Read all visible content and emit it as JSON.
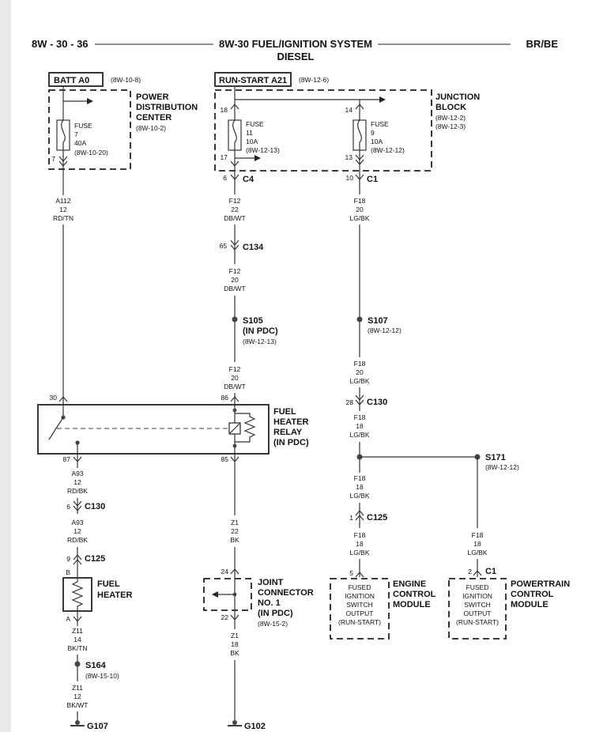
{
  "header": {
    "left": "8W - 30 - 36",
    "title": "8W-30 FUEL/IGNITION SYSTEM",
    "subtitle": "DIESEL",
    "right": "BR/BE"
  },
  "batt": {
    "label": "BATT A0",
    "ref": "(8W-10-8)"
  },
  "runstart": {
    "label": "RUN-START A21",
    "ref": "(8W-12-6)"
  },
  "pdc": {
    "l1": "POWER",
    "l2": "DISTRIBUTION",
    "l3": "CENTER",
    "ref": "(8W-10-2)",
    "fuse_l1": "FUSE",
    "fuse_l2": "7",
    "fuse_l3": "40A",
    "fuse_ref": "(8W-10-20)",
    "pin": "7"
  },
  "jb": {
    "l1": "JUNCTION",
    "l2": "BLOCK",
    "ref1": "(8W-12-2)",
    "ref2": "(8W-12-3)",
    "f11_l1": "FUSE",
    "f11_l2": "11",
    "f11_l3": "10A",
    "f11_ref": "(8W-12-13)",
    "f9_l1": "FUSE",
    "f9_l2": "9",
    "f9_l3": "10A",
    "f9_ref": "(8W-12-12)",
    "pin18": "18",
    "pin17": "17",
    "pin14": "14",
    "pin13": "13"
  },
  "conn": {
    "c4": {
      "pin": "6",
      "name": "C4"
    },
    "c1a": {
      "pin": "10",
      "name": "C1"
    },
    "c134": {
      "pin": "65",
      "name": "C134"
    },
    "c130a": {
      "pin": "28",
      "name": "C130"
    },
    "c130b": {
      "pin": "6",
      "name": "C130"
    },
    "c125a": {
      "pin": "1",
      "name": "C125"
    },
    "c125b": {
      "pin": "9",
      "name": "C125"
    },
    "c1b": {
      "pin": "2",
      "name": "C1"
    }
  },
  "wires": {
    "a112": {
      "c": "A112",
      "g": "12",
      "col": "RD/TN"
    },
    "f12a": {
      "c": "F12",
      "g": "22",
      "col": "DB/WT"
    },
    "f12b": {
      "c": "F12",
      "g": "20",
      "col": "DB/WT"
    },
    "f12c": {
      "c": "F12",
      "g": "20",
      "col": "DB/WT"
    },
    "f18a": {
      "c": "F18",
      "g": "20",
      "col": "LG/BK"
    },
    "f18b": {
      "c": "F18",
      "g": "20",
      "col": "LG/BK"
    },
    "f18c": {
      "c": "F18",
      "g": "18",
      "col": "LG/BK"
    },
    "f18d": {
      "c": "F18",
      "g": "18",
      "col": "LG/BK"
    },
    "f18e": {
      "c": "F18",
      "g": "18",
      "col": "LG/BK"
    },
    "f18f": {
      "c": "F18",
      "g": "18",
      "col": "LG/BK"
    },
    "a93a": {
      "c": "A93",
      "g": "12",
      "col": "RD/BK"
    },
    "a93b": {
      "c": "A93",
      "g": "12",
      "col": "RD/BK"
    },
    "z1a": {
      "c": "Z1",
      "g": "22",
      "col": "BK"
    },
    "z1b": {
      "c": "Z1",
      "g": "18",
      "col": "BK"
    },
    "z11a": {
      "c": "Z11",
      "g": "14",
      "col": "BK/TN"
    },
    "z11b": {
      "c": "Z11",
      "g": "12",
      "col": "BK/WT"
    }
  },
  "splices": {
    "s105": {
      "name": "S105",
      "note": "(IN PDC)",
      "ref": "(8W-12-13)"
    },
    "s107": {
      "name": "S107",
      "ref": "(8W-12-12)"
    },
    "s171": {
      "name": "S171",
      "ref": "(8W-12-12)"
    },
    "s164": {
      "name": "S164",
      "ref": "(8W-15-10)"
    }
  },
  "relay": {
    "l1": "FUEL",
    "l2": "HEATER",
    "l3": "RELAY",
    "l4": "(IN PDC)",
    "p30": "30",
    "p86": "86",
    "p87": "87",
    "p85": "85"
  },
  "heater": {
    "l1": "FUEL",
    "l2": "HEATER",
    "pinB": "B",
    "pinA": "A"
  },
  "joint": {
    "l1": "JOINT",
    "l2": "CONNECTOR",
    "l3": "NO. 1",
    "l4": "(IN PDC)",
    "ref": "(8W-15-2)",
    "pin24": "24",
    "pin22": "22"
  },
  "ecm": {
    "pin": "5",
    "l1": "ENGINE",
    "l2": "CONTROL",
    "l3": "MODULE",
    "i1": "FUSED",
    "i2": "IGNITION",
    "i3": "SWITCH",
    "i4": "OUTPUT",
    "i5": "(RUN-START)"
  },
  "pcm": {
    "l1": "POWERTRAIN",
    "l2": "CONTROL",
    "l3": "MODULE",
    "i1": "FUSED",
    "i2": "IGNITION",
    "i3": "SWITCH",
    "i4": "OUTPUT",
    "i5": "(RUN-START)"
  },
  "grounds": {
    "g107": "G107",
    "g102": "G102"
  }
}
